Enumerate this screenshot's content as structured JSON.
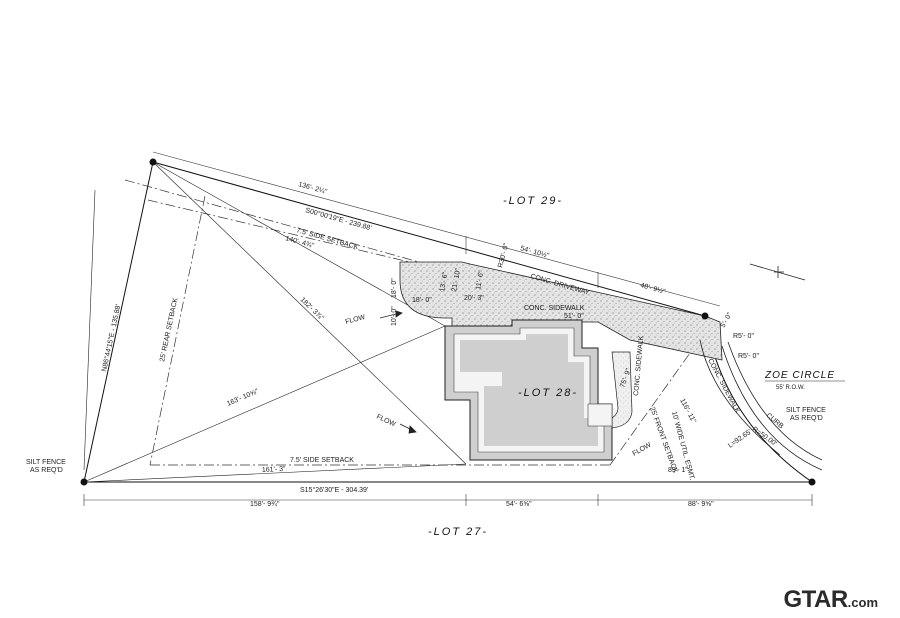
{
  "lots": {
    "lot29": "-LOT 29-",
    "lot28": "-LOT 28-",
    "lot27": "-LOT 27-"
  },
  "street": {
    "name": "ZOE CIRCLE",
    "row": "55' R.O.W."
  },
  "bearings": {
    "north": "S00°00'19\"E - 239.88'",
    "south": "S15°26'30\"E - 304.39'",
    "west": "N86°44'15\"E - 135.88'"
  },
  "dims": {
    "top_total": "136'- 2¼\"",
    "top_mid": "54'- 10½\"",
    "top_right": "48'- 9½\"",
    "diag_long": "140'- 4¾\"",
    "diag_a": "182'- 3⅞\"",
    "diag_b": "163'- 10⅝\"",
    "bottom_inner": "161'- 3\"",
    "bottom_left": "158'- 9¾\"",
    "bottom_mid": "54'- 6⅝\"",
    "bottom_right": "88'- 9⅝\"",
    "right_short": "89'- 1\"",
    "diag_right": "116'- 11\"",
    "diag_right2": "75'- 9\"",
    "garage_depth": "18'- 0\"",
    "drive_w": "20'- 3\"",
    "notch_a": "18'- 0\"",
    "notch_b": "10'- 0\"",
    "notch_c": "51'- 0\"",
    "slab_a": "13'- 6\"",
    "slab_b": "21'- 10\"",
    "slab_c": "11'- 6\"",
    "radius_1": "R30'- 0\"",
    "radius_2": "R5'- 0\"",
    "radius_3": "R5'- 0\"",
    "radius_4": "R=50.00'",
    "arc_len": "L=92.65'",
    "chord": "5'- 0\""
  },
  "notes": {
    "side_setback_top": "7.5' SIDE SETBACK",
    "side_setback_bottom": "7.5' SIDE SETBACK",
    "rear_setback": "25' REAR SETBACK",
    "front_setback": "25' FRONT SETBACK",
    "driveway": "CONC. DRIVEWAY",
    "sidewalk_1": "CONC. SIDEWALK",
    "sidewalk_2": "CONC. SIDEWALK",
    "sidewalk_3": "CONC. SIDEWALK",
    "util": "10' WIDE UTIL. ESMT.",
    "curb": "CURB",
    "flow_1": "FLOW",
    "flow_2": "FLOW",
    "flow_3": "FLOW",
    "silt_left_1": "SILT FENCE",
    "silt_left_2": "AS REQ'D",
    "silt_right_1": "SILT FENCE",
    "silt_right_2": "AS REQ'D"
  },
  "watermark": {
    "main": "GTAR",
    "domain": ".com"
  }
}
